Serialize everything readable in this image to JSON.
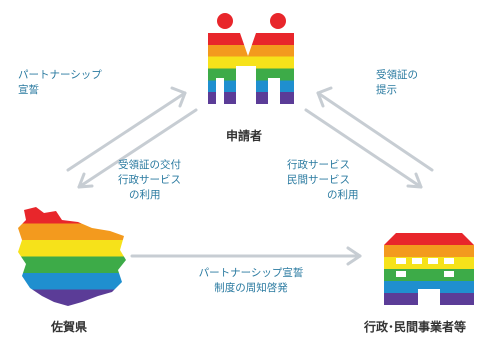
{
  "nodes": {
    "applicant": "申請者",
    "prefecture": "佐賀県",
    "business": "行政･民間事業者等"
  },
  "flows": {
    "partnership_declaration": [
      "パートナーシップ",
      "宣誓"
    ],
    "present_certificate": [
      "受領証の",
      "提示"
    ],
    "issue_certificate": [
      "受領証の交付",
      "行政サービス",
      "の利用"
    ],
    "use_services": [
      "行政サービス",
      "民間サービス",
      "の利用"
    ],
    "awareness": [
      "パートナーシップ宣誓",
      "制度の周知啓発"
    ]
  },
  "colors": {
    "label_text": "#2a7aa0",
    "node_text": "#333333",
    "arrow": "#c7cdd3",
    "person_head": "#e8262b",
    "rainbow": [
      "#e8262b",
      "#f39a1e",
      "#f6e21a",
      "#3dab48",
      "#1f8fcf",
      "#5b3c97"
    ]
  }
}
